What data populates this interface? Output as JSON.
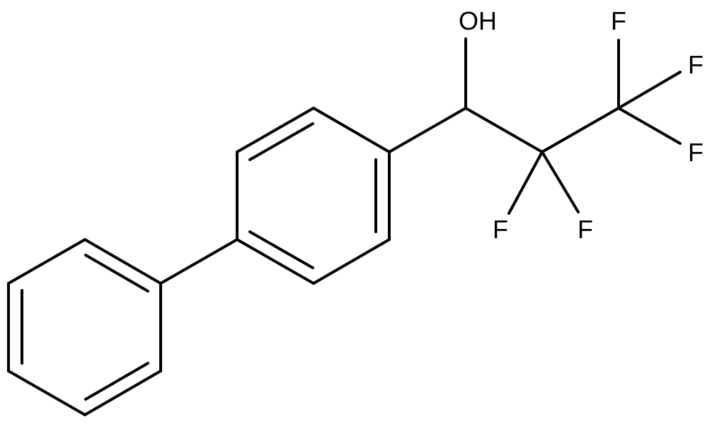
{
  "structure": {
    "line_color": "#000000",
    "background": "#ffffff",
    "labels": {
      "hydroxyl": "OH",
      "fluorine_cf3_top": "F",
      "fluorine_cf3_right_upper": "F",
      "fluorine_cf3_right_lower": "F",
      "fluorine_cf2_left": "F",
      "fluorine_cf2_right": "F"
    }
  }
}
